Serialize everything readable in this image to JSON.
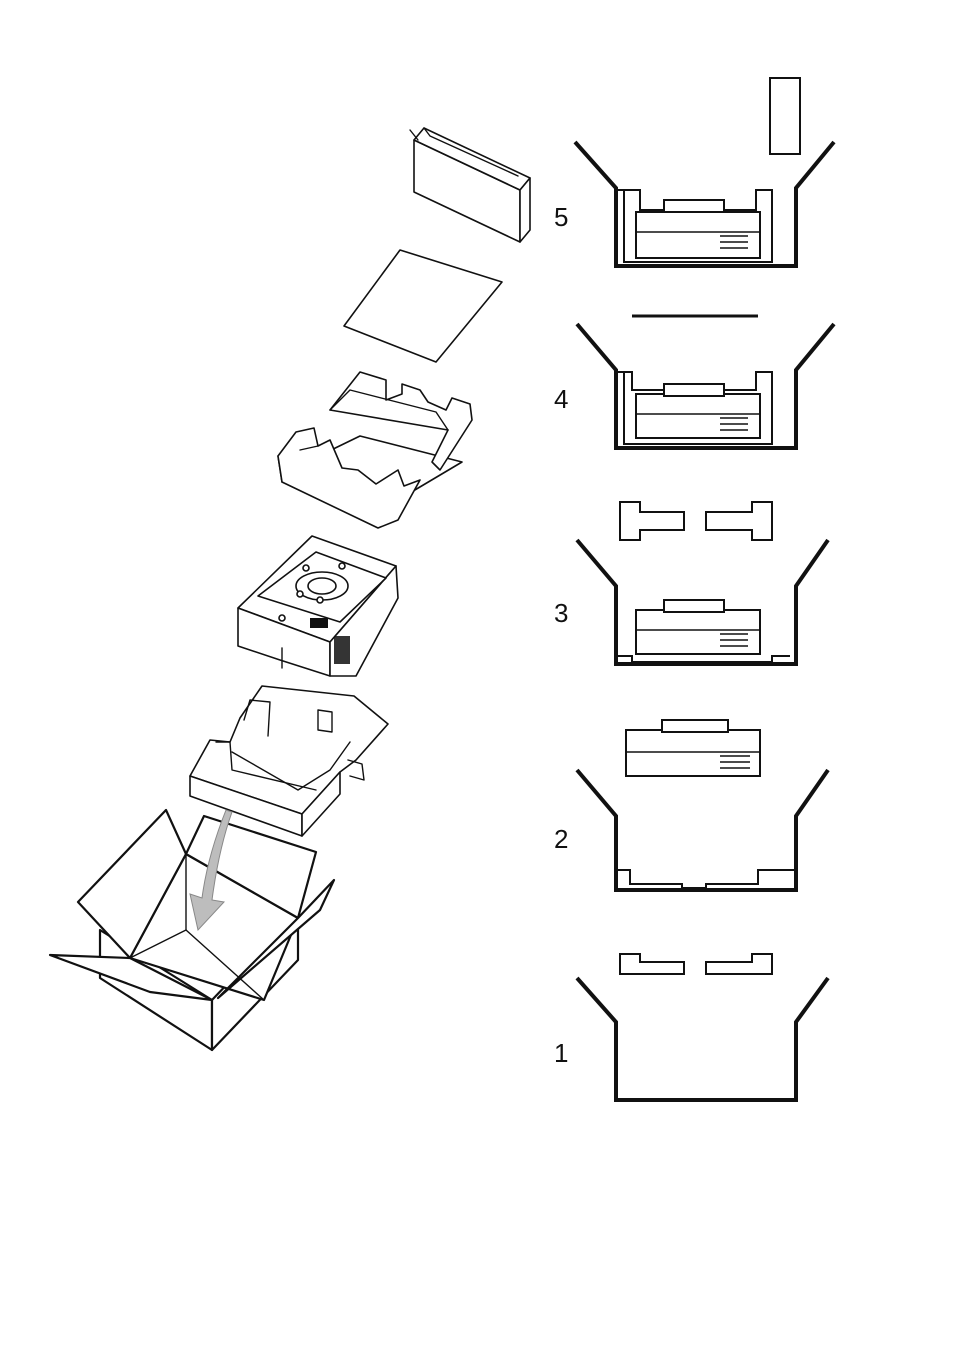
{
  "figure": {
    "steps": [
      {
        "number": "5"
      },
      {
        "number": "4"
      },
      {
        "number": "3"
      },
      {
        "number": "2"
      },
      {
        "number": "1"
      }
    ],
    "colors": {
      "line": "#111111",
      "background": "#ffffff",
      "arrow": "#bdbdbd"
    }
  }
}
